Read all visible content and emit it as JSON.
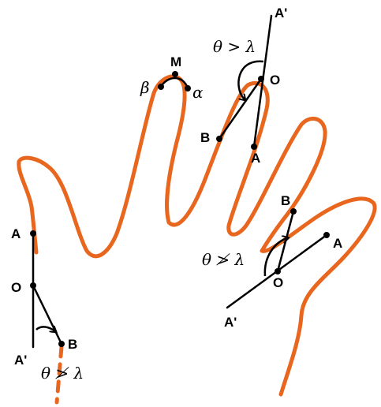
{
  "colors": {
    "contour": "#e8661e",
    "ink": "#000000"
  },
  "labels": {
    "M": "M",
    "alpha": "α",
    "beta": "β",
    "top": {
      "A_prime": "A'",
      "O": "O",
      "B": "B",
      "A": "A",
      "relation": "θ > λ"
    },
    "right": {
      "B": "B",
      "A": "A",
      "O": "O",
      "A_prime": "A'",
      "relation": "θ ≯ λ"
    },
    "left": {
      "A": "A",
      "O": "O",
      "A_prime": "A'",
      "B": "B",
      "relation": "θ ≯ λ"
    }
  }
}
